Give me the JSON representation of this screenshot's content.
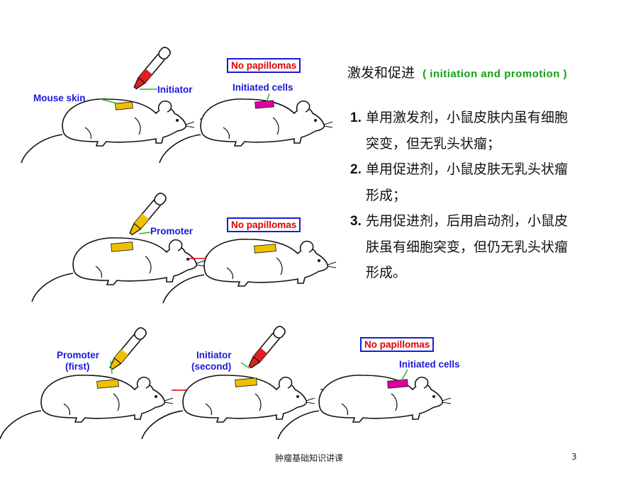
{
  "panel1": {
    "labels": {
      "mouse_skin": "Mouse skin",
      "initiator": "Initiator",
      "initiated_cells": "Initiated cells"
    },
    "result": "No papillomas"
  },
  "panel2": {
    "labels": {
      "promoter": "Promoter"
    },
    "result": "No papillomas"
  },
  "panel3": {
    "labels": {
      "promoter_first_1": "Promoter",
      "promoter_first_2": "(first)",
      "initiator_second_1": "Initiator",
      "initiator_second_2": "(second)",
      "initiated_cells": "Initiated cells"
    },
    "result": "No papillomas"
  },
  "text": {
    "title_cn": "激发和促进",
    "title_en": "( initiation   and   promotion )",
    "items": [
      {
        "num": "1.",
        "line1": "单用激发剂，小鼠皮肤内虽有细胞",
        "line2": "突变，但无乳头状瘤；"
      },
      {
        "num": "2.",
        "line1": "单用促进剂，小鼠皮肤无乳头状瘤",
        "line2": "形成；"
      },
      {
        "num": "3.",
        "line1": "先用促进剂，后用启动剂，小鼠皮",
        "line2": "肤虽有细胞突变，但仍无乳头状瘤",
        "line3": "形成。"
      }
    ]
  },
  "footer": {
    "course": "肿瘤基础知识讲课",
    "page": "3"
  },
  "colors": {
    "label_blue": "#1a1adb",
    "result_red": "#e00000",
    "title_green": "#12a012",
    "initiator_red": "#e02020",
    "promoter_yellow": "#f0c000",
    "initiated_magenta": "#e000a0",
    "leader_green": "#22bb22"
  }
}
